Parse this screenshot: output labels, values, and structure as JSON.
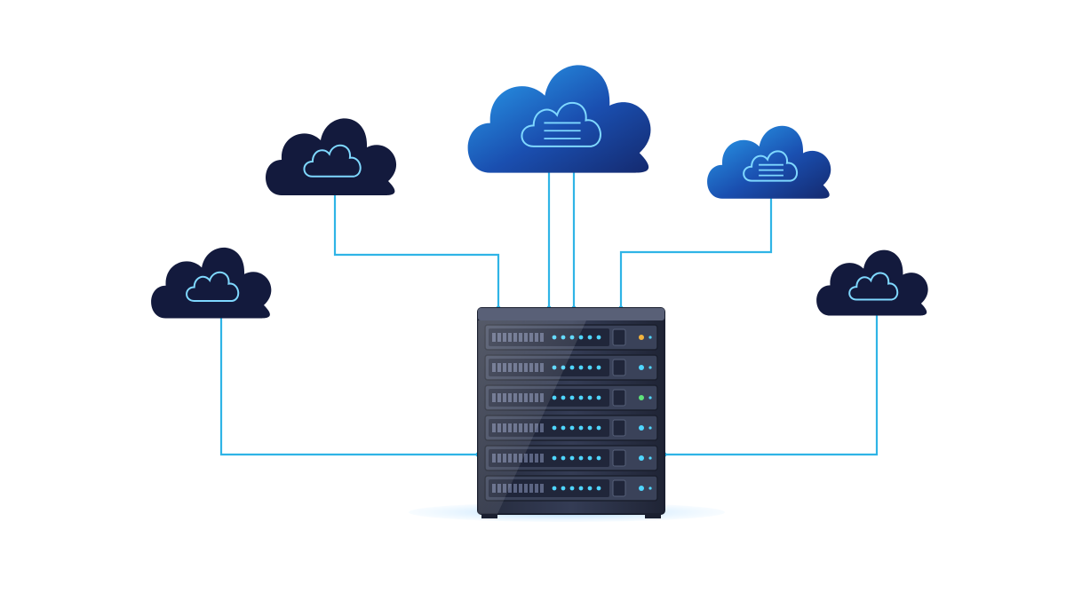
{
  "colors": {
    "background": "#ffffff",
    "cloud_dark": "#131a3d",
    "cloud_blue_light": "#2aa3f0",
    "cloud_blue_dark": "#123a8c",
    "connector": "#2fb4e6",
    "icon_stroke": "#7fd8ff",
    "server_body": "#2b3246",
    "server_unit": "#3a4259",
    "server_led": "#4fd6ff",
    "server_led_amber": "#f2b33d",
    "server_led_green": "#5ee37a",
    "shadow": "#bfe3ff"
  },
  "clouds": [
    {
      "id": "cloud-top-left",
      "icon": "cloud-outline-icon",
      "style": "dark"
    },
    {
      "id": "cloud-mid-left",
      "icon": "cloud-outline-icon",
      "style": "dark"
    },
    {
      "id": "cloud-center",
      "icon": "cloud-server-icon",
      "style": "gradient"
    },
    {
      "id": "cloud-top-right",
      "icon": "cloud-server-icon",
      "style": "gradient"
    },
    {
      "id": "cloud-mid-right",
      "icon": "cloud-outline-icon",
      "style": "dark"
    }
  ],
  "server": {
    "icon": "server-rack-icon",
    "units": [
      {
        "indicator": "amber"
      },
      {
        "indicator": "blue"
      },
      {
        "indicator": "green"
      },
      {
        "indicator": "blue"
      },
      {
        "indicator": "blue"
      },
      {
        "indicator": "blue"
      }
    ]
  }
}
